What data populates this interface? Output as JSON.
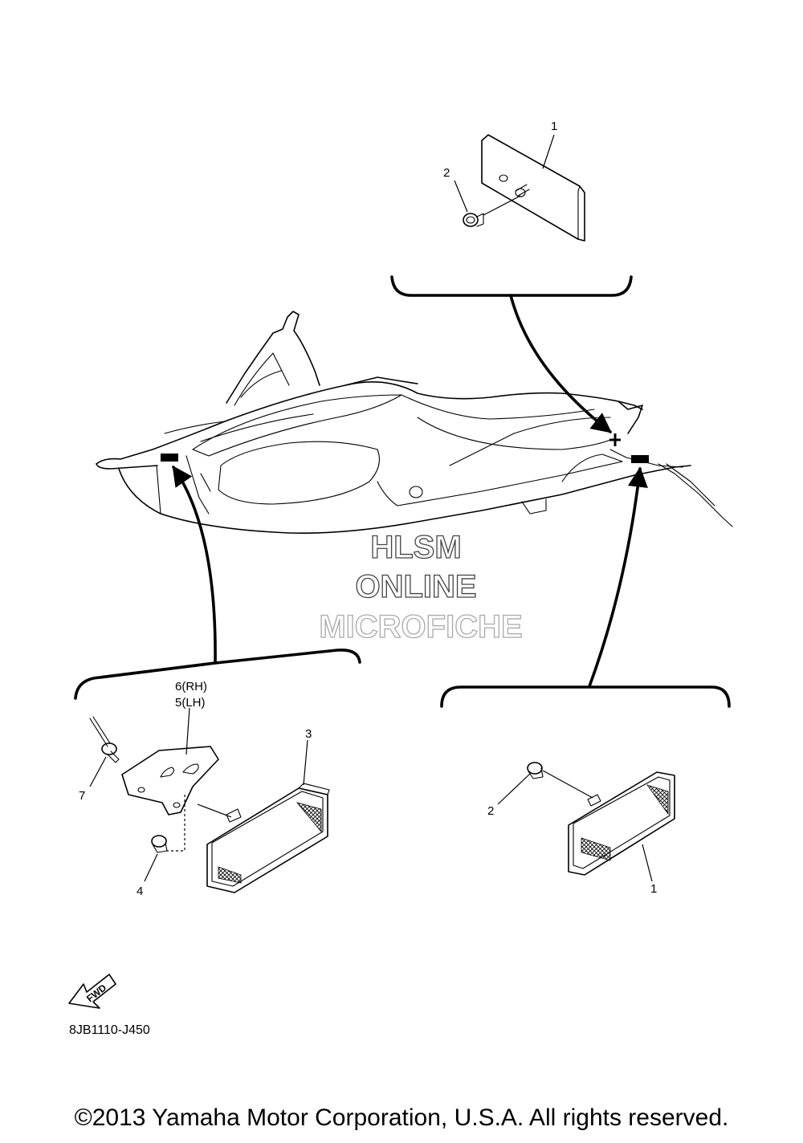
{
  "callouts": {
    "top_reflector": "1",
    "top_nut": "2",
    "front_bracket": "6(RH)",
    "front_bracket_lh": "5(LH)",
    "front_reflector": "3",
    "front_nut": "4",
    "front_rivet": "7",
    "rear_nut": "2",
    "rear_reflector": "1"
  },
  "fwd_label": "FWD",
  "diagram_code": "8JB1110-J450",
  "watermark": {
    "line1": "HLSM",
    "line2": "ONLINE",
    "line3": "MICROFICHE"
  },
  "copyright": "©2013 Yamaha Motor Corporation, U.S.A. All rights reserved."
}
